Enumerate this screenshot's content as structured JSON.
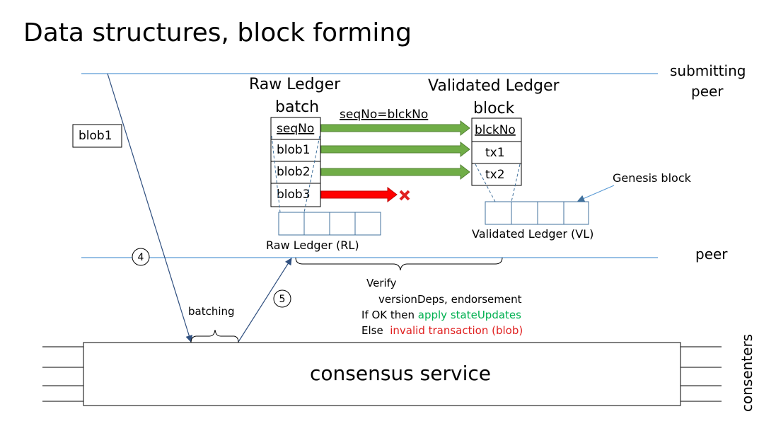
{
  "title": "Data structures, block forming",
  "labels": {
    "submitting_peer_1": "submitting",
    "submitting_peer_2": "peer",
    "peer": "peer",
    "consenters": "consenters",
    "raw_ledger_1": "Raw Ledger",
    "raw_ledger_2": "batch",
    "validated_ledger_1": "Validated Ledger",
    "validated_ledger_2": "block",
    "seq_mapping": "seqNo=blckNo",
    "genesis": "Genesis block",
    "raw_ledger_rl": "Raw Ledger (RL)",
    "validated_ledger_vl": "Validated Ledger (VL)",
    "blob1_side": "blob1",
    "step4": "4",
    "step5": "5",
    "batching": "batching",
    "consensus": "consensus service"
  },
  "batch_items": [
    "seqNo",
    "blob1",
    "blob2",
    "blob3"
  ],
  "block_items": [
    "blckNo",
    "tx1",
    "tx2"
  ],
  "verify": {
    "line1": "Verify",
    "line2": "versionDeps, endorsement",
    "line3_prefix": "If OK then ",
    "line3_action": "apply stateUpdates",
    "line4_prefix": "Else  ",
    "line4_action": "invalid transaction (blob)"
  },
  "colors": {
    "peer_line": "#5b9bd5",
    "cell_border": "#41719c",
    "arrow_green": "#70ad47",
    "arrow_red": "#e02020",
    "ok_text": "#00b050",
    "error_text": "#e02020"
  }
}
